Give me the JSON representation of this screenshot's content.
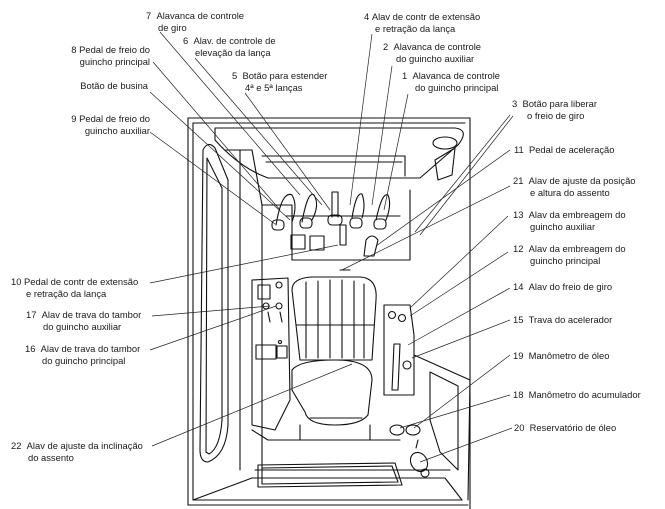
{
  "diagram": {
    "type": "cab-controls-callout",
    "subject": "Operator cab controls",
    "callouts": [
      {
        "id": "c7",
        "number": "7",
        "line1": "Alavanca de controle",
        "line2": "de giro"
      },
      {
        "id": "c6",
        "number": "6",
        "line1": "Alav. de controle de",
        "line2": "elevação da lança"
      },
      {
        "id": "c8",
        "number": "8",
        "line1": "Pedal de freio do",
        "line2": "guincho principal"
      },
      {
        "id": "cbz",
        "number": "",
        "line1": "Botão de busina",
        "line2": ""
      },
      {
        "id": "c5",
        "number": "5",
        "line1": "Botão para estender",
        "line2": "4ª e 5ª lanças"
      },
      {
        "id": "c9",
        "number": "9",
        "line1": "Pedal de freio do",
        "line2": "guincho auxiliar"
      },
      {
        "id": "c4",
        "number": "4",
        "line1": "Alav  de contr  de extensão",
        "line2": "e retração da lança"
      },
      {
        "id": "c2",
        "number": "2",
        "line1": "Alavanca de controle",
        "line2": "do guincho auxiliar"
      },
      {
        "id": "c1",
        "number": "1",
        "line1": "Alavanca de controle",
        "line2": "do guincho principal"
      },
      {
        "id": "c3",
        "number": "3",
        "line1": "Botão para liberar",
        "line2": "o freio de giro"
      },
      {
        "id": "c11",
        "number": "11",
        "line1": "Pedal de aceleração",
        "line2": ""
      },
      {
        "id": "c21",
        "number": "21",
        "line1": "Alav  de ajuste da posição",
        "line2": "e altura do assento"
      },
      {
        "id": "c13",
        "number": "13",
        "line1": "Alav  da embreagem do",
        "line2": "guincho auxiliar"
      },
      {
        "id": "c12",
        "number": "12",
        "line1": "Alav  da embreagem do",
        "line2": "guincho principal"
      },
      {
        "id": "c14",
        "number": "14",
        "line1": "Alav  do freio de giro",
        "line2": ""
      },
      {
        "id": "c15",
        "number": "15",
        "line1": "Trava do acelerador",
        "line2": ""
      },
      {
        "id": "c19",
        "number": "19",
        "line1": "Manômetro de óleo",
        "line2": ""
      },
      {
        "id": "c18",
        "number": "18",
        "line1": "Manômetro do acumulador",
        "line2": ""
      },
      {
        "id": "c20",
        "number": "20",
        "line1": "Reservatório de óleo",
        "line2": ""
      },
      {
        "id": "c10",
        "number": "10",
        "line1": "Pedal de contr  de extensão",
        "line2": "e retração da lança"
      },
      {
        "id": "c17",
        "number": "17",
        "line1": "Alav  de trava do tambor",
        "line2": "do guincho auxiliar"
      },
      {
        "id": "c16",
        "number": "16",
        "line1": "Alav  de trava do tambor",
        "line2": "do guincho principal"
      },
      {
        "id": "c22",
        "number": "22",
        "line1": "Alav  de ajuste da inclinação",
        "line2": "do assento"
      }
    ]
  }
}
